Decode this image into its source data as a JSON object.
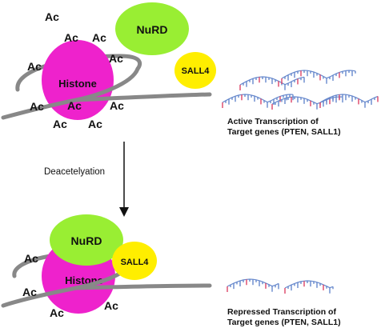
{
  "top_panel": {
    "nurd": "NuRD",
    "sall4": "SALL4",
    "histone": "Histone",
    "acetyl": [
      "Ac",
      "Ac",
      "Ac",
      "Ac",
      "Ac",
      "Ac",
      "Ac",
      "Ac",
      "Ac",
      "Ac"
    ],
    "caption_line1": "Active Transcription of",
    "caption_line2": "Target genes (PTEN, SALL1)"
  },
  "transition": {
    "label": "Deacetelyation"
  },
  "bottom_panel": {
    "nurd": "NuRD",
    "sall4": "SALL4",
    "histone": "Histone",
    "acetyl": [
      "Ac",
      "Ac",
      "Ac",
      "Ac"
    ],
    "caption_line1": "Repressed Transcription of",
    "caption_line2": "Target genes (PTEN, SALL1)"
  },
  "colors": {
    "nurd": "#99ee33",
    "sall4": "#ffee00",
    "histone": "#ee22cc",
    "dna": "#888888",
    "transcript": "#6688cc"
  }
}
